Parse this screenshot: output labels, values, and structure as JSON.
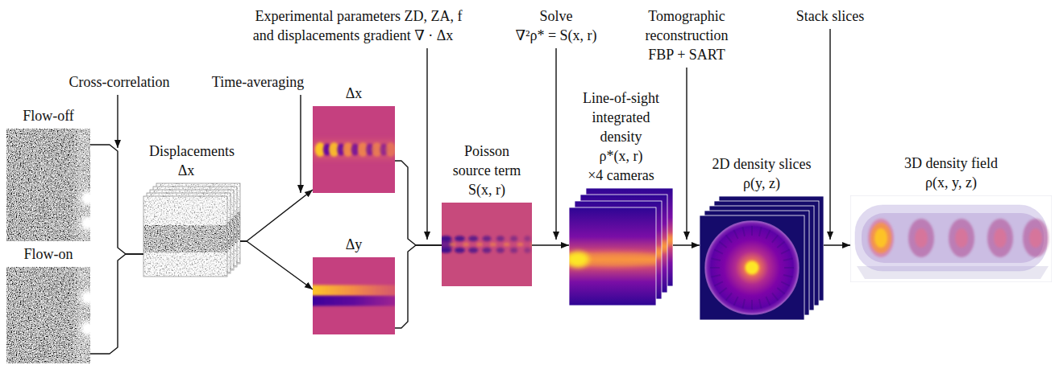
{
  "diagram": {
    "nodes": [
      {
        "text": [
          "Flow-off"
        ]
      },
      {
        "text": [
          "Flow-on"
        ]
      },
      {
        "text": [
          "Displacements",
          "Δx⃗"
        ]
      },
      {
        "text": [
          "Δx"
        ]
      },
      {
        "text": [
          "Δy"
        ]
      },
      {
        "text": [
          "Poisson source term",
          "S(x, r)"
        ]
      },
      {
        "text": [
          "Line-of-sight integrated density",
          "ρ*(x, r)",
          "×4 cameras"
        ]
      },
      {
        "text": [
          "2D density slices",
          "ρ(y, z)"
        ]
      },
      {
        "text": [
          "3D density field",
          "ρ(x, y, z)"
        ]
      }
    ],
    "edges": [
      {
        "from": 0,
        "to": 2,
        "arrow": "none"
      },
      {
        "from": 1,
        "to": 2,
        "arrow": "none"
      },
      {
        "from": 2,
        "to": 3,
        "arrow": "to"
      },
      {
        "from": 2,
        "to": 4,
        "arrow": "to"
      },
      {
        "from": 3,
        "to": 5,
        "arrow": "none"
      },
      {
        "from": 4,
        "to": 5,
        "arrow": "none"
      },
      {
        "from": 5,
        "to": 6,
        "arrow": "to"
      },
      {
        "from": 6,
        "to": 7,
        "arrow": "to"
      },
      {
        "from": 7,
        "to": 8,
        "arrow": "to"
      }
    ],
    "labels": [
      "Cross-correlation",
      "Time-averaging",
      "Experimental parameters ZD, ZA, f and displacements gradient ∇ · Δx⃗",
      "Solve",
      "∇²ρ* = S(x, r)",
      "Tomographic reconstruction FBP + SART",
      "Stack slices"
    ]
  }
}
